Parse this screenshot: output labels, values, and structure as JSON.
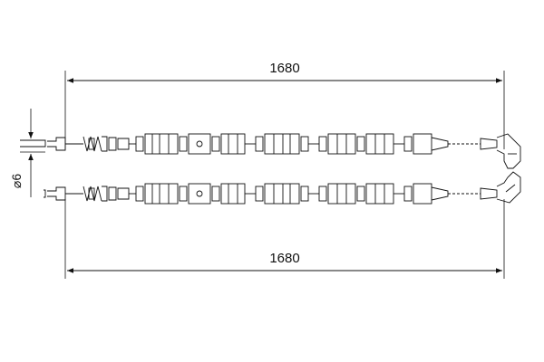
{
  "drawing": {
    "top_dimension": "1680",
    "bottom_dimension": "1680",
    "diameter_label": "⌀6",
    "line_color": "#111111",
    "background": "#ffffff"
  }
}
